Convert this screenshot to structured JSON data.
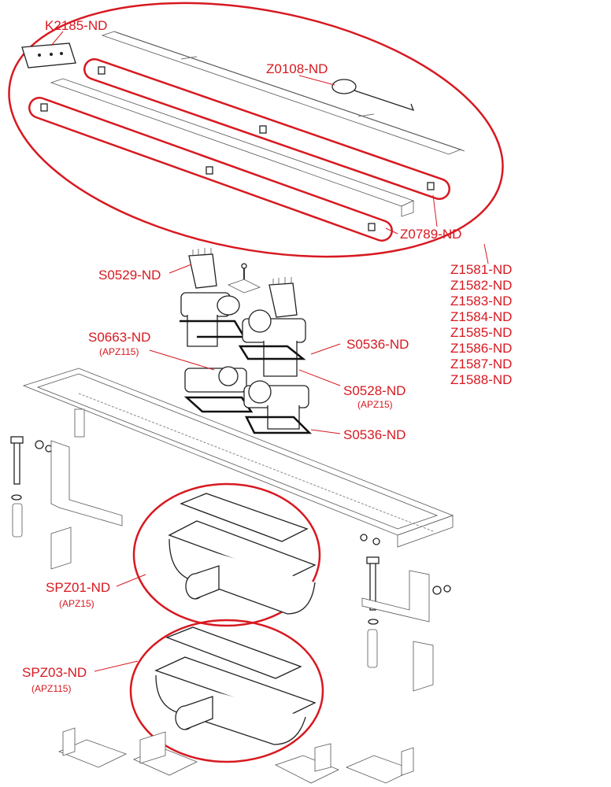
{
  "labels": {
    "k2185": "K2185-ND",
    "z0108": "Z0108-ND",
    "z0789": "Z0789-ND",
    "z_series": [
      "Z1581-ND",
      "Z1582-ND",
      "Z1583-ND",
      "Z1584-ND",
      "Z1585-ND",
      "Z1586-ND",
      "Z1587-ND",
      "Z1588-ND"
    ],
    "s0529": "S0529-ND",
    "s0663": "S0663-ND",
    "s0663_sub": "(APZ115)",
    "s0536_top": "S0536-ND",
    "s0528": "S0528-ND",
    "s0528_sub": "(APZ15)",
    "s0536_bottom": "S0536-ND",
    "spz01": "SPZ01-ND",
    "spz01_sub": "(APZ15)",
    "spz03": "SPZ03-ND",
    "spz03_sub": "(APZ115)"
  },
  "colors": {
    "accent": "#d71920",
    "line": "#222222"
  }
}
